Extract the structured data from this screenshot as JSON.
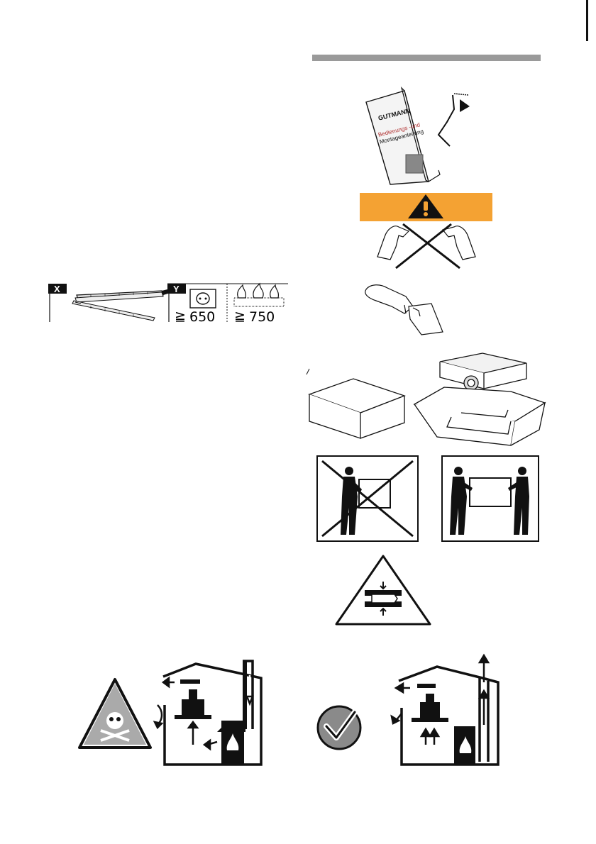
{
  "manual": {
    "brand": "GUTMANN",
    "title_line1": "Bedienungs -und",
    "title_line2": "Montageanleitung",
    "cover_small": "GUTMANN"
  },
  "clearance": {
    "label_x": "X",
    "label_y": "Y",
    "electric_symbol": "≧",
    "electric_value": "650",
    "gas_symbol": "≧",
    "gas_value": "750"
  },
  "colors": {
    "header_rule": "#9a9a9a",
    "warning_band": "#f4a233",
    "ok_circle": "#8a8a8a"
  }
}
